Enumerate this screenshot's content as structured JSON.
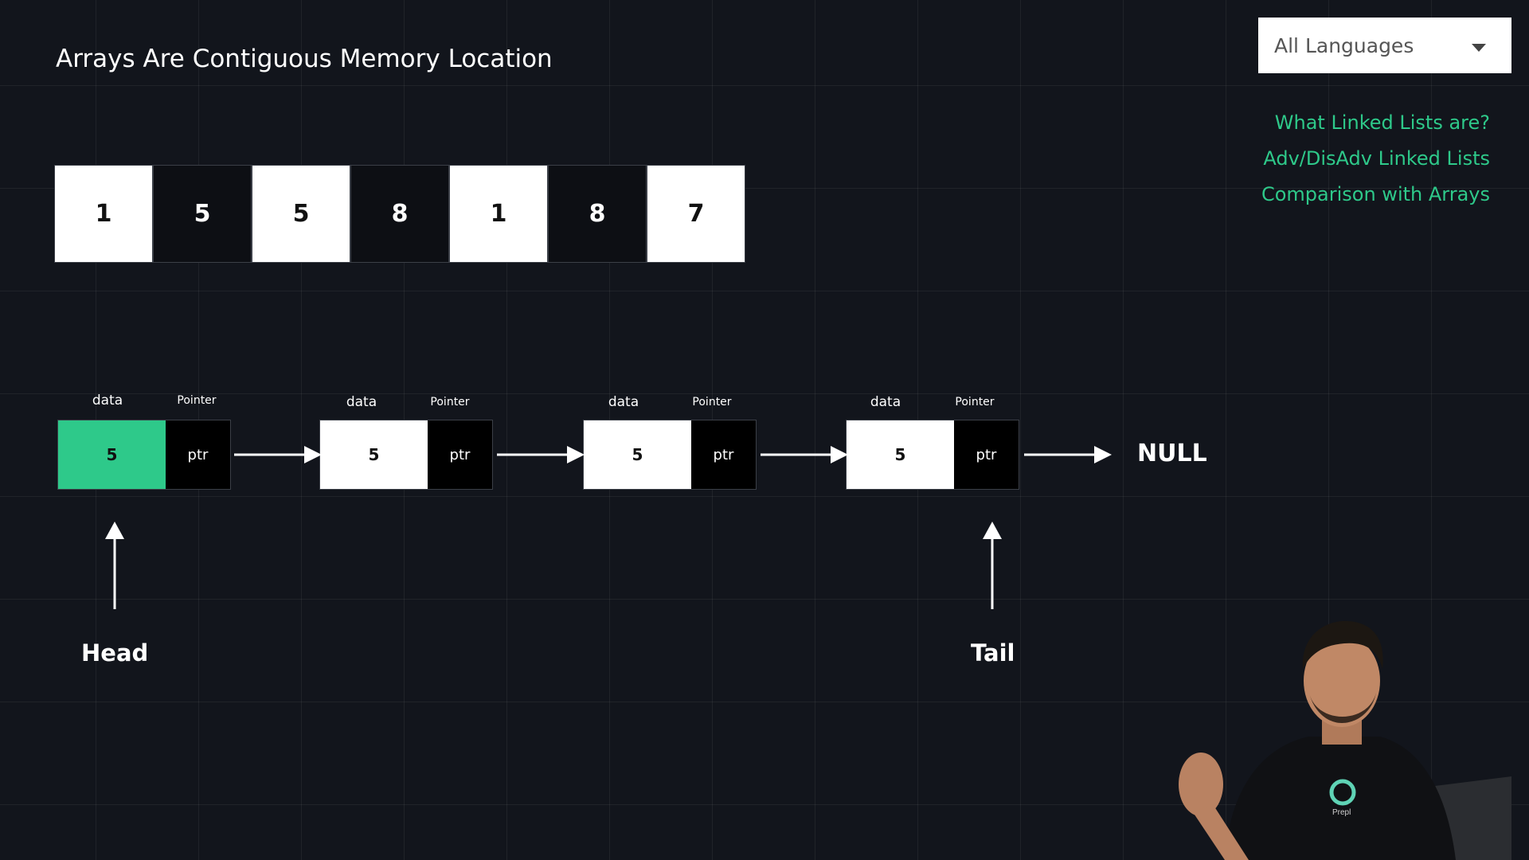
{
  "slide": {
    "title": "Arrays Are Contiguous Memory Location"
  },
  "language_select": {
    "selected": "All Languages",
    "icon": "chevron-down-icon"
  },
  "toc": {
    "items": [
      "What Linked Lists are?",
      "Adv/DisAdv Linked Lists",
      "Comparison with Arrays"
    ],
    "color": "#2ec98a"
  },
  "array": {
    "values": [
      "1",
      "5",
      "5",
      "8",
      "1",
      "8",
      "7"
    ]
  },
  "linked_list": {
    "data_label": "data",
    "pointer_label": "Pointer",
    "nodes": [
      {
        "data": "5",
        "ptr": "ptr"
      },
      {
        "data": "5",
        "ptr": "ptr"
      },
      {
        "data": "5",
        "ptr": "ptr"
      },
      {
        "data": "5",
        "ptr": "ptr"
      }
    ],
    "null_label": "NULL",
    "head_label": "Head",
    "tail_label": "Tail",
    "head_color": "#2ec98a"
  },
  "presenter": {
    "shirt_logo_text": "Prepl"
  }
}
